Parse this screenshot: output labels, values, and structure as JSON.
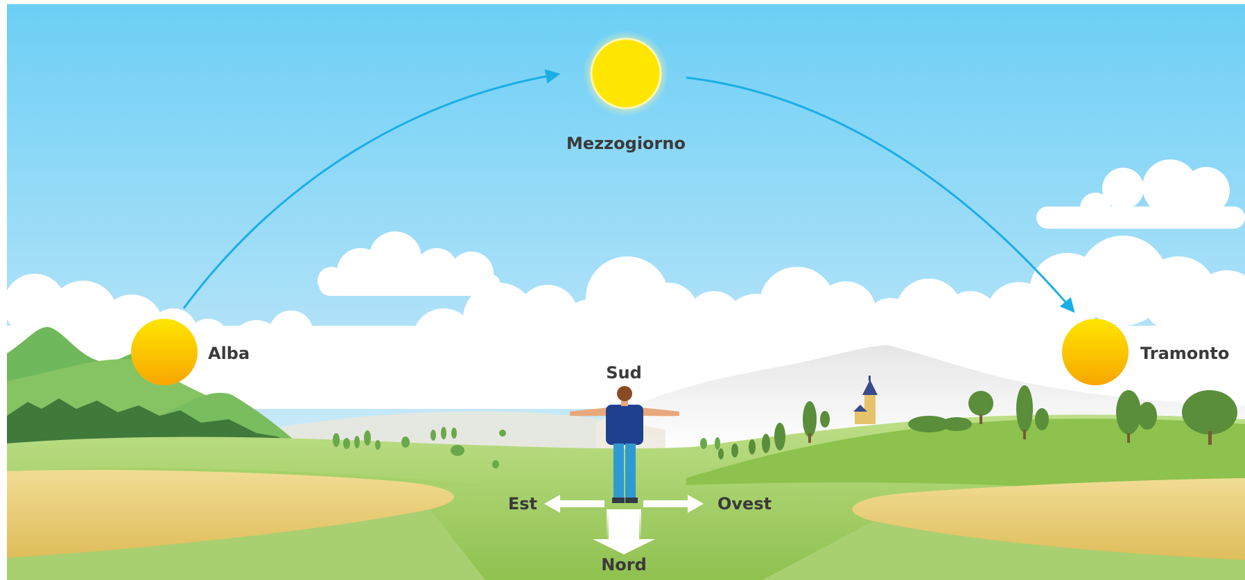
{
  "labels": {
    "noon": "Mezzogiorno",
    "sunrise": "Alba",
    "sunset": "Tramonto",
    "south": "Sud",
    "east": "Est",
    "west": "Ovest",
    "north": "Nord"
  },
  "colors": {
    "sky_top": "#6ccff6",
    "sky_bottom": "#d8f0fb",
    "sun": "#ffe600",
    "sun_low": "#f7a600",
    "arc": "#1aaee5",
    "grass": "#9ccc5a",
    "field": "#e8cf7a",
    "text": "#3a3a3a"
  },
  "icons": {
    "sun": "sun-icon",
    "person": "person-figure",
    "church": "church-icon"
  }
}
